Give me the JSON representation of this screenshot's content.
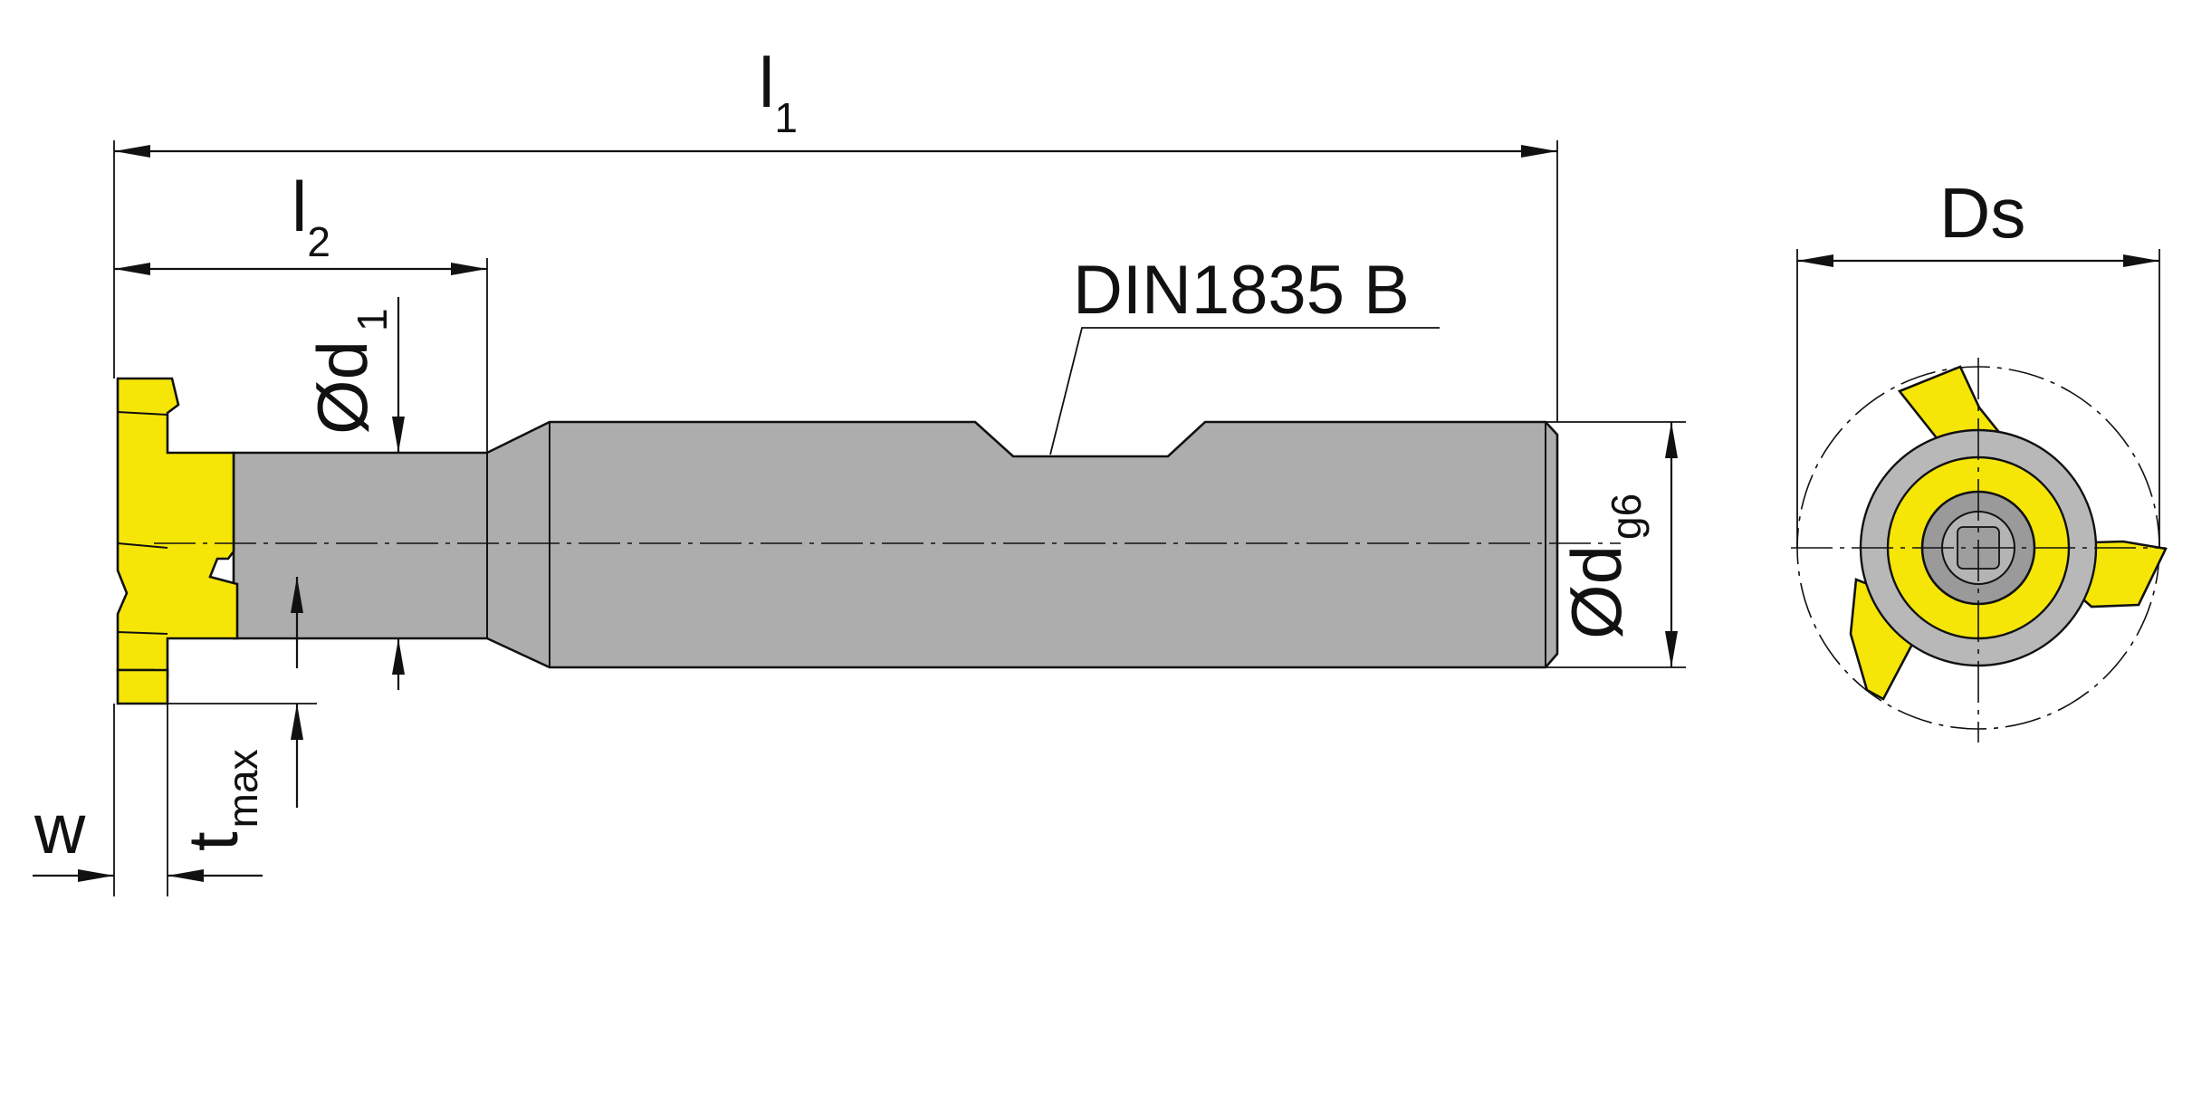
{
  "labels": {
    "l1": "l",
    "l1_sub": "1",
    "l2": "l",
    "l2_sub": "2",
    "d1": "Ød",
    "d1_sub": "1",
    "dg6": "Ød",
    "dg6_sub": "g6",
    "tmax": "t",
    "tmax_sub": "max",
    "w": "w",
    "ds": "Ds",
    "shank_standard": "DIN1835 B"
  },
  "colors": {
    "body": "#adadad",
    "insert": "#f5e608",
    "hub": "#b8b8b8",
    "line": "#111111"
  }
}
